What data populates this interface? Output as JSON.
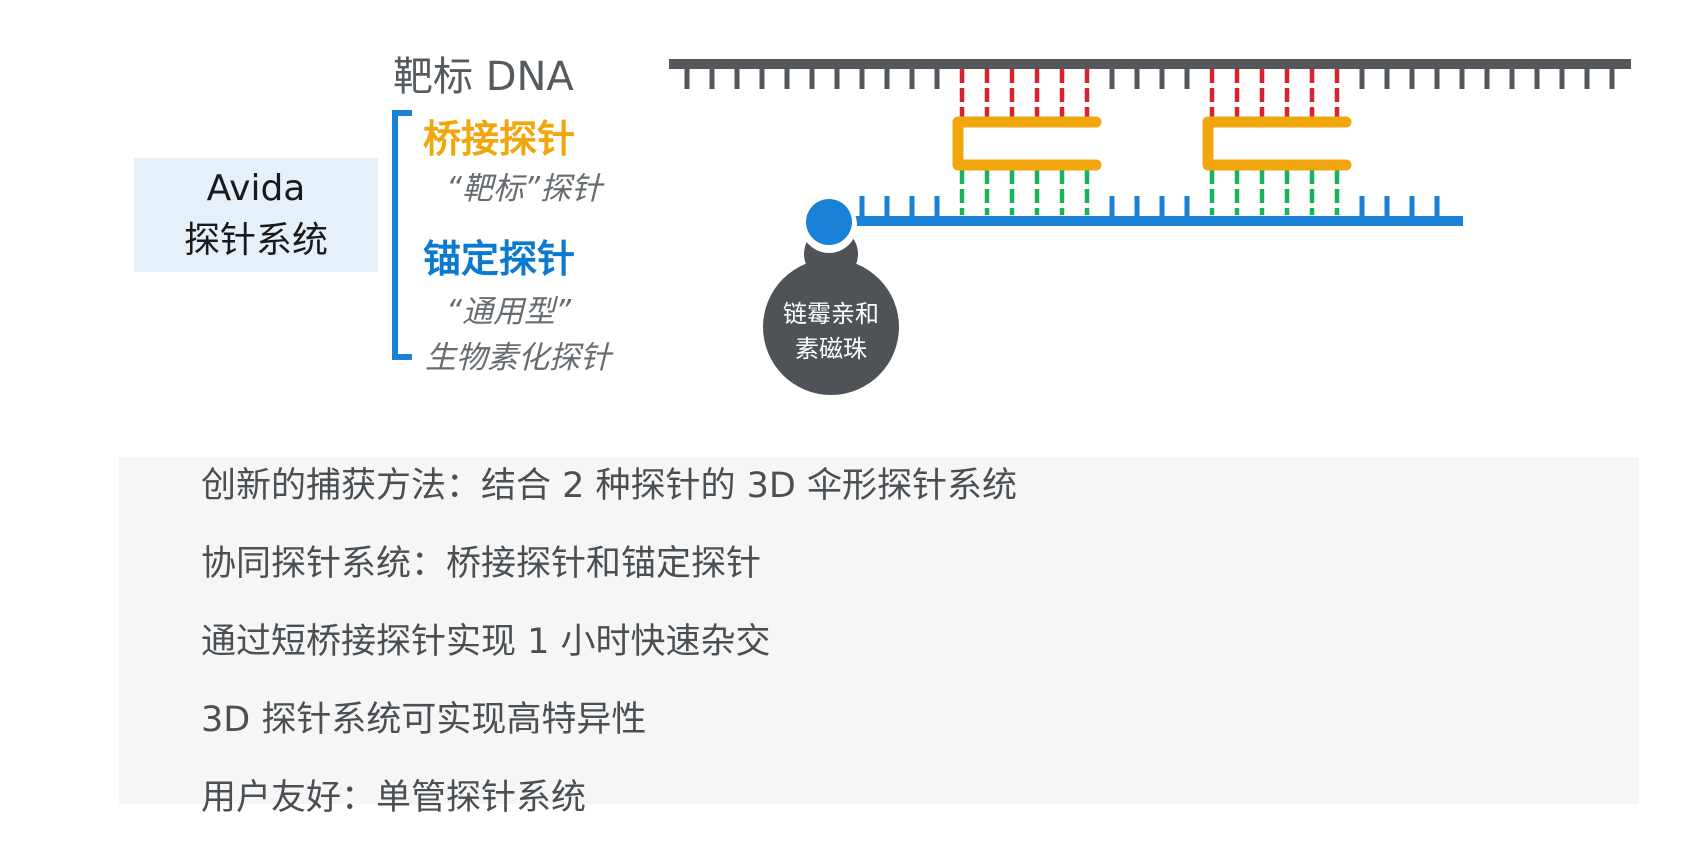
{
  "system_label": {
    "line1": "Avida",
    "line2": "探针系统"
  },
  "target_label": "靶标 DNA",
  "bridge_probe": {
    "title": "桥接探针",
    "subtitle": "“靶标”探针"
  },
  "anchor_probe": {
    "title": "锚定探针",
    "subtitle_line1": "“通用型”",
    "subtitle_line2": "生物素化探针"
  },
  "bead_label": {
    "line1": "链霉亲和",
    "line2": "素磁珠"
  },
  "features": [
    "创新的捕获方法：结合 2 种探针的 3D 伞形探针系统",
    "协同探针系统：桥接探针和锚定探针",
    "通过短桥接探针实现 1 小时快速杂交",
    "3D 探针系统可实现高特异性",
    "用户友好：单管探针系统"
  ],
  "colors": {
    "target_strand": "#54585c",
    "anchor_strand": "#1a82d6",
    "bridge_probe": "#f2a60e",
    "target_binding": "#d6232f",
    "anchor_binding": "#17b35a",
    "bead": "#4f5357"
  }
}
